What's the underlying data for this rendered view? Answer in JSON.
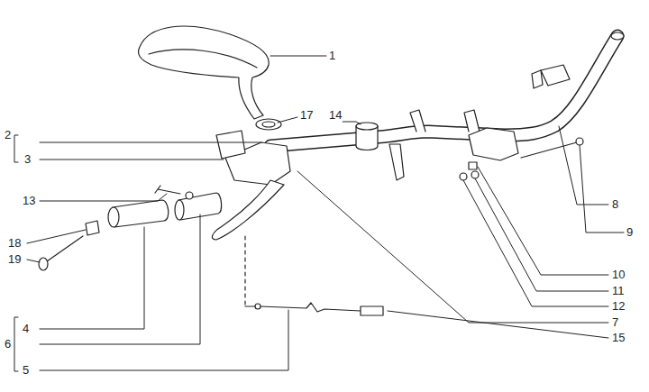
{
  "diagram": {
    "labels": [
      "1",
      "17",
      "14",
      "2",
      "3",
      "8",
      "13",
      "9",
      "18",
      "19",
      "10",
      "11",
      "12",
      "7",
      "4",
      "6",
      "15",
      "5"
    ]
  }
}
